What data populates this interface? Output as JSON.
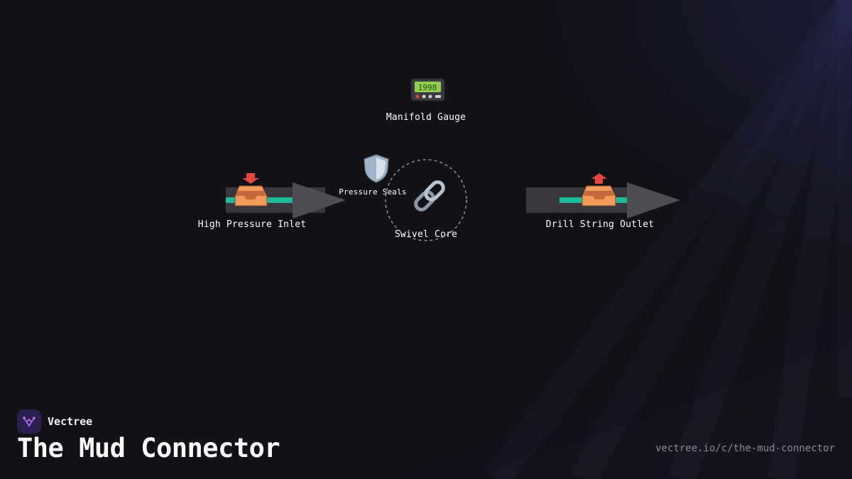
{
  "diagram": {
    "nodes": {
      "gauge": {
        "label": "Manifold Gauge",
        "icon": "pager-icon"
      },
      "seals": {
        "label": "Pressure Seals",
        "icon": "shield-icon"
      },
      "core": {
        "label": "Swivel Core",
        "icon": "link-icon"
      },
      "inlet": {
        "label": "High Pressure Inlet",
        "icon": "inbox-tray-icon",
        "direction": "in"
      },
      "outlet": {
        "label": "Drill String Outlet",
        "icon": "inbox-tray-icon",
        "direction": "out"
      }
    },
    "colors": {
      "pipe": "#1fb89a",
      "arrow": "#4a4a50",
      "indicator": "#e8453c",
      "tray": "#f29a5a",
      "ring": "#8f8f96"
    }
  },
  "footer": {
    "brand": "Vectree",
    "title": "The Mud Connector",
    "url": "vectree.io/c/the-mud-connector"
  }
}
